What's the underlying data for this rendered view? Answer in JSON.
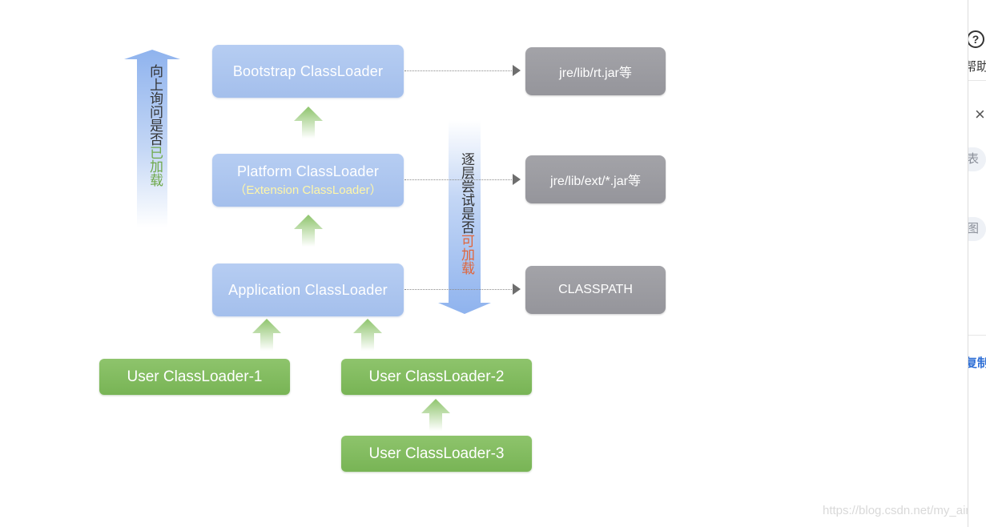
{
  "diagram": {
    "loaders": {
      "bootstrap": "Bootstrap ClassLoader",
      "platform": "Platform ClassLoader",
      "platform_sub": "（Extension ClassLoader）",
      "application": "Application ClassLoader",
      "user1": "User ClassLoader-1",
      "user2": "User ClassLoader-2",
      "user3": "User ClassLoader-3"
    },
    "paths": {
      "bootstrap": "jre/lib/rt.jar等",
      "platform": "jre/lib/ext/*.jar等",
      "application": "CLASSPATH"
    },
    "left_label": {
      "plain": "向上询问是否",
      "highlight": "已加载"
    },
    "right_label": {
      "plain": "逐层尝试是否",
      "highlight": "可加载"
    },
    "colors": {
      "blue_box": "#a9c3ee",
      "gray_box": "#9b9ba1",
      "green_box": "#80ba5c",
      "arrow_blue": "#8fb3ee",
      "highlight_green": "#6fa94b",
      "highlight_red": "#e0653a"
    }
  },
  "watermark": "https://blog.csdn.net/my_air",
  "side_panel": {
    "help_icon": "?",
    "help_text": "帮助",
    "close_icon": "×",
    "item1": "表",
    "item2": "图",
    "copy_link": "复制"
  }
}
